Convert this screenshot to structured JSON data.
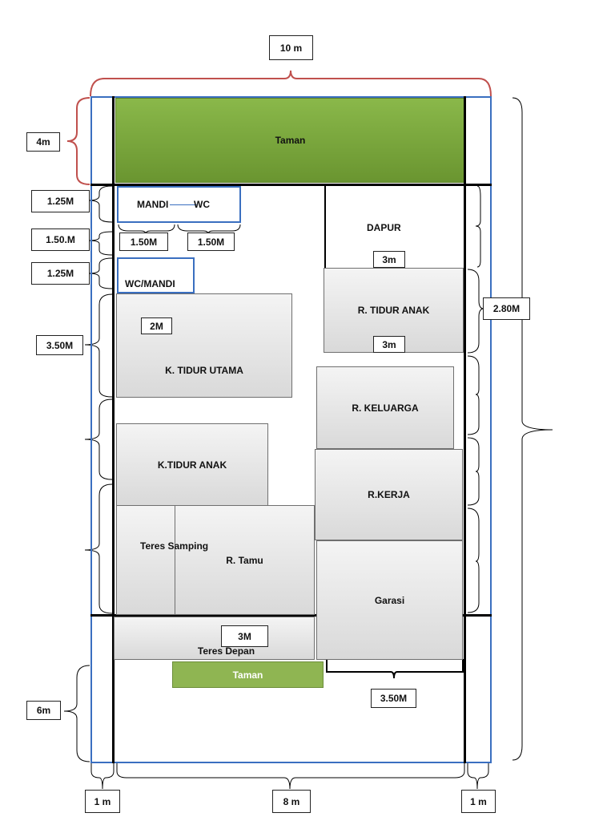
{
  "overall_width_label": "10 m",
  "rooms": {
    "taman_top": "Taman",
    "mandi": "MANDI",
    "wc": "WC",
    "dapur": "DAPUR",
    "wc_mandi": "WC/MANDI",
    "r_tidur_anak_right": "R. TIDUR ANAK",
    "k_tidur_utama": "K. TIDUR UTAMA",
    "r_keluarga": "R. KELUARGA",
    "k_tidur_anak_left": "K.TIDUR ANAK",
    "r_kerja": "R.KERJA",
    "teres_samping": "Teres Samping",
    "r_tamu": "R. Tamu",
    "garasi": "Garasi",
    "teres_depan": "Teres Depan",
    "taman_bottom": "Taman"
  },
  "dimensions": {
    "left_4m": "4m",
    "left_125_a": "1.25M",
    "left_150": "1.50.M",
    "left_125_b": "1.25M",
    "left_350": "3.50M",
    "left_6m": "6m",
    "mandi_150": "1.50M",
    "wc_150": "1.50M",
    "wcmandi_2m": "2M",
    "dapur_3m": "3m",
    "tidur_anak_3m": "3m",
    "right_280": "2.80M",
    "tamu_3m": "3M",
    "garasi_350": "3.50M",
    "bottom_left_1m": "1 m",
    "bottom_mid_8m": "8 m",
    "bottom_right_1m": "1 m"
  },
  "colors": {
    "garden_top": "#7aa33c",
    "garden_bottom": "#8fb552",
    "boundary_blue": "#3a6fc0",
    "brace_red": "#c0504d",
    "wall_black": "#000000"
  }
}
